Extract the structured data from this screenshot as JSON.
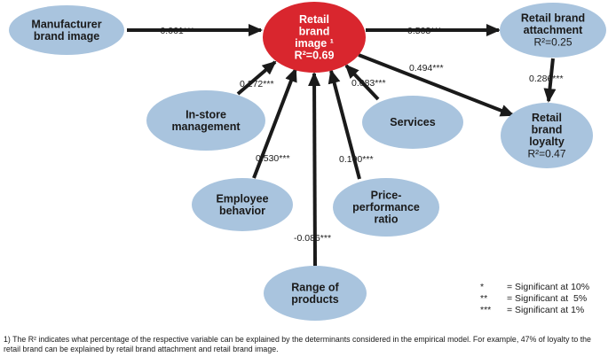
{
  "colors": {
    "node_fill": "#a9c4de",
    "center_fill": "#d9262e",
    "arrow": "#1a1a1a"
  },
  "nodes": [
    {
      "id": "retail_brand_image",
      "lines": [
        "Retail",
        "brand",
        "image ¹",
        "R²=0.69"
      ],
      "center": true
    },
    {
      "id": "manufacturer_brand_image",
      "lines": [
        "Manufacturer",
        "brand image"
      ]
    },
    {
      "id": "retail_brand_attachment",
      "lines": [
        "Retail brand",
        "attachment"
      ],
      "sub": "R²=0.25"
    },
    {
      "id": "retail_brand_loyalty",
      "lines": [
        "Retail",
        "brand",
        "loyalty"
      ],
      "sub": "R²=0.47"
    },
    {
      "id": "in_store_management",
      "lines": [
        "In-store",
        "management"
      ]
    },
    {
      "id": "services",
      "lines": [
        "Services"
      ]
    },
    {
      "id": "employee_behavior",
      "lines": [
        "Employee",
        "behavior"
      ]
    },
    {
      "id": "price_performance_ratio",
      "lines": [
        "Price-",
        "performance",
        "ratio"
      ]
    },
    {
      "id": "range_of_products",
      "lines": [
        "Range of",
        "products"
      ]
    }
  ],
  "edges": [
    {
      "from": "manufacturer_brand_image",
      "to": "retail_brand_image",
      "label": "0.061***"
    },
    {
      "from": "retail_brand_image",
      "to": "retail_brand_attachment",
      "label": "0.503***"
    },
    {
      "from": "retail_brand_image",
      "to": "retail_brand_loyalty",
      "label": "0.494***"
    },
    {
      "from": "retail_brand_attachment",
      "to": "retail_brand_loyalty",
      "label": "0.286***"
    },
    {
      "from": "in_store_management",
      "to": "retail_brand_image",
      "label": "0.272***"
    },
    {
      "from": "services",
      "to": "retail_brand_image",
      "label": "0.083***"
    },
    {
      "from": "employee_behavior",
      "to": "retail_brand_image",
      "label": "0.530***"
    },
    {
      "from": "price_performance_ratio",
      "to": "retail_brand_image",
      "label": "0.100***"
    },
    {
      "from": "range_of_products",
      "to": "retail_brand_image",
      "label": "-0.086***"
    }
  ],
  "legend": [
    {
      "symbol": "*",
      "text": "= Significant at 10%"
    },
    {
      "symbol": "**",
      "text": "= Significant at  5%"
    },
    {
      "symbol": "***",
      "text": "= Significant at 1%"
    }
  ],
  "footnote": "1) The R² indicates what percentage of the respective variable can be explained by the determinants considered in the empirical model. For example, 47% of loyalty to the retail brand can be explained by retail brand attachment and retail brand image."
}
